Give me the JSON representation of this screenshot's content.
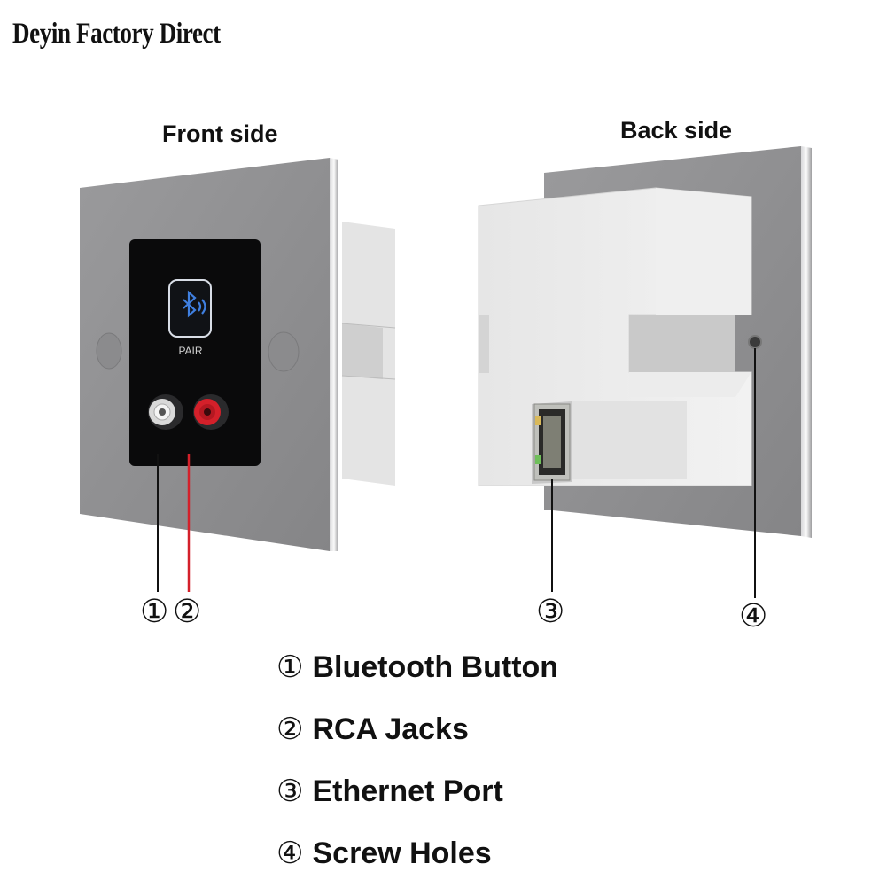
{
  "brand": "Deyin Factory Direct",
  "front_title": "Front side",
  "back_title": "Back side",
  "pair_label": "PAIR",
  "callouts": [
    "①",
    "②",
    "③",
    "④"
  ],
  "legend": [
    {
      "symbol": "①",
      "label": "Bluetooth Button"
    },
    {
      "symbol": "②",
      "label": "RCA Jacks"
    },
    {
      "symbol": "③",
      "label": "Ethernet Port"
    },
    {
      "symbol": "④",
      "label": "Screw Holes"
    }
  ],
  "colors": {
    "panel": "#8e8e90",
    "glass": "#0a0a0b",
    "rca_red": "#d4202a",
    "bluetooth": "#3f7fe0"
  }
}
